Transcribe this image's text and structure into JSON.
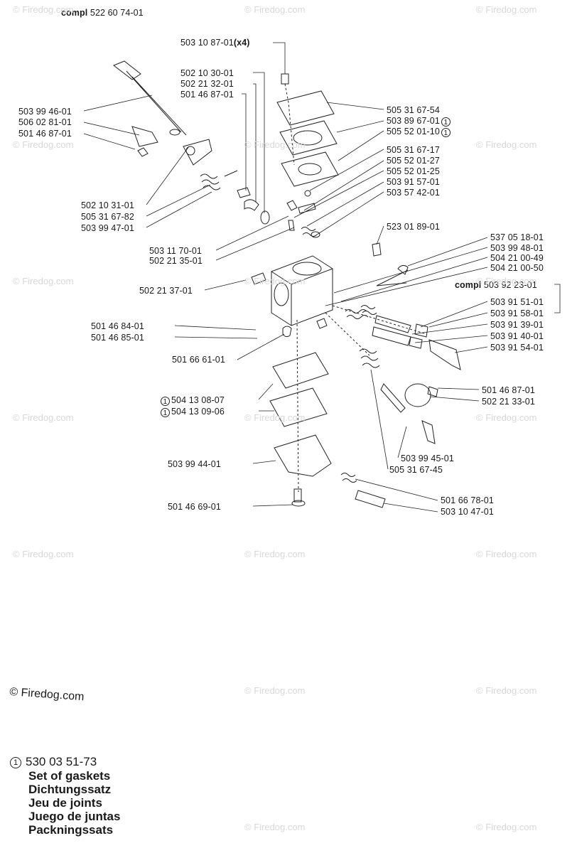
{
  "assembly": {
    "compl_word": "compl",
    "compl_number": "522 60 74-01",
    "sub_compl_word": "compl",
    "sub_compl_number": "503 92 23-01"
  },
  "parts": [
    "503 10 87-01",
    "502 10 30-01",
    "502 21 32-01",
    "501 46 87-01",
    "503 99 46-01",
    "506 02 81-01",
    "501 46 87-01",
    "505 31 67-54",
    "503 89 67-01",
    "505 52 01-10",
    "505 31 67-17",
    "505 52 01-27",
    "505 52 01-25",
    "503 91 57-01",
    "503 57 42-01",
    "502 10 31-01",
    "505 31 67-82",
    "503 99 47-01",
    "523 01 89-01",
    "537 05 18-01",
    "503 99 48-01",
    "504 21 00-49",
    "504 21 00-50",
    "503 11 70-01",
    "502 21 35-01",
    "502 21 37-01",
    "503 91 51-01",
    "503 91 58-01",
    "503 91 39-01",
    "503 91 40-01",
    "503 91 54-01",
    "501 46 84-01",
    "501 46 85-01",
    "501 66 61-01",
    "504 13 08-07",
    "504 13 09-06",
    "501 46 87-01",
    "502 21 33-01",
    "503 99 45-01",
    "505 31 67-45",
    "503 99 44-01",
    "501 66 78-01",
    "503 10 47-01",
    "501 46 69-01"
  ],
  "qty_note": "(x4)",
  "kit_marker": "1",
  "watermark": "© Firedog.com",
  "footer_copyright": "© Firedog.com",
  "kit": {
    "number": "530 03 51-73",
    "names": [
      "Set of gaskets",
      "Dichtungssatz",
      "Jeu de joints",
      "Juego de juntas",
      "Packningssats"
    ]
  }
}
